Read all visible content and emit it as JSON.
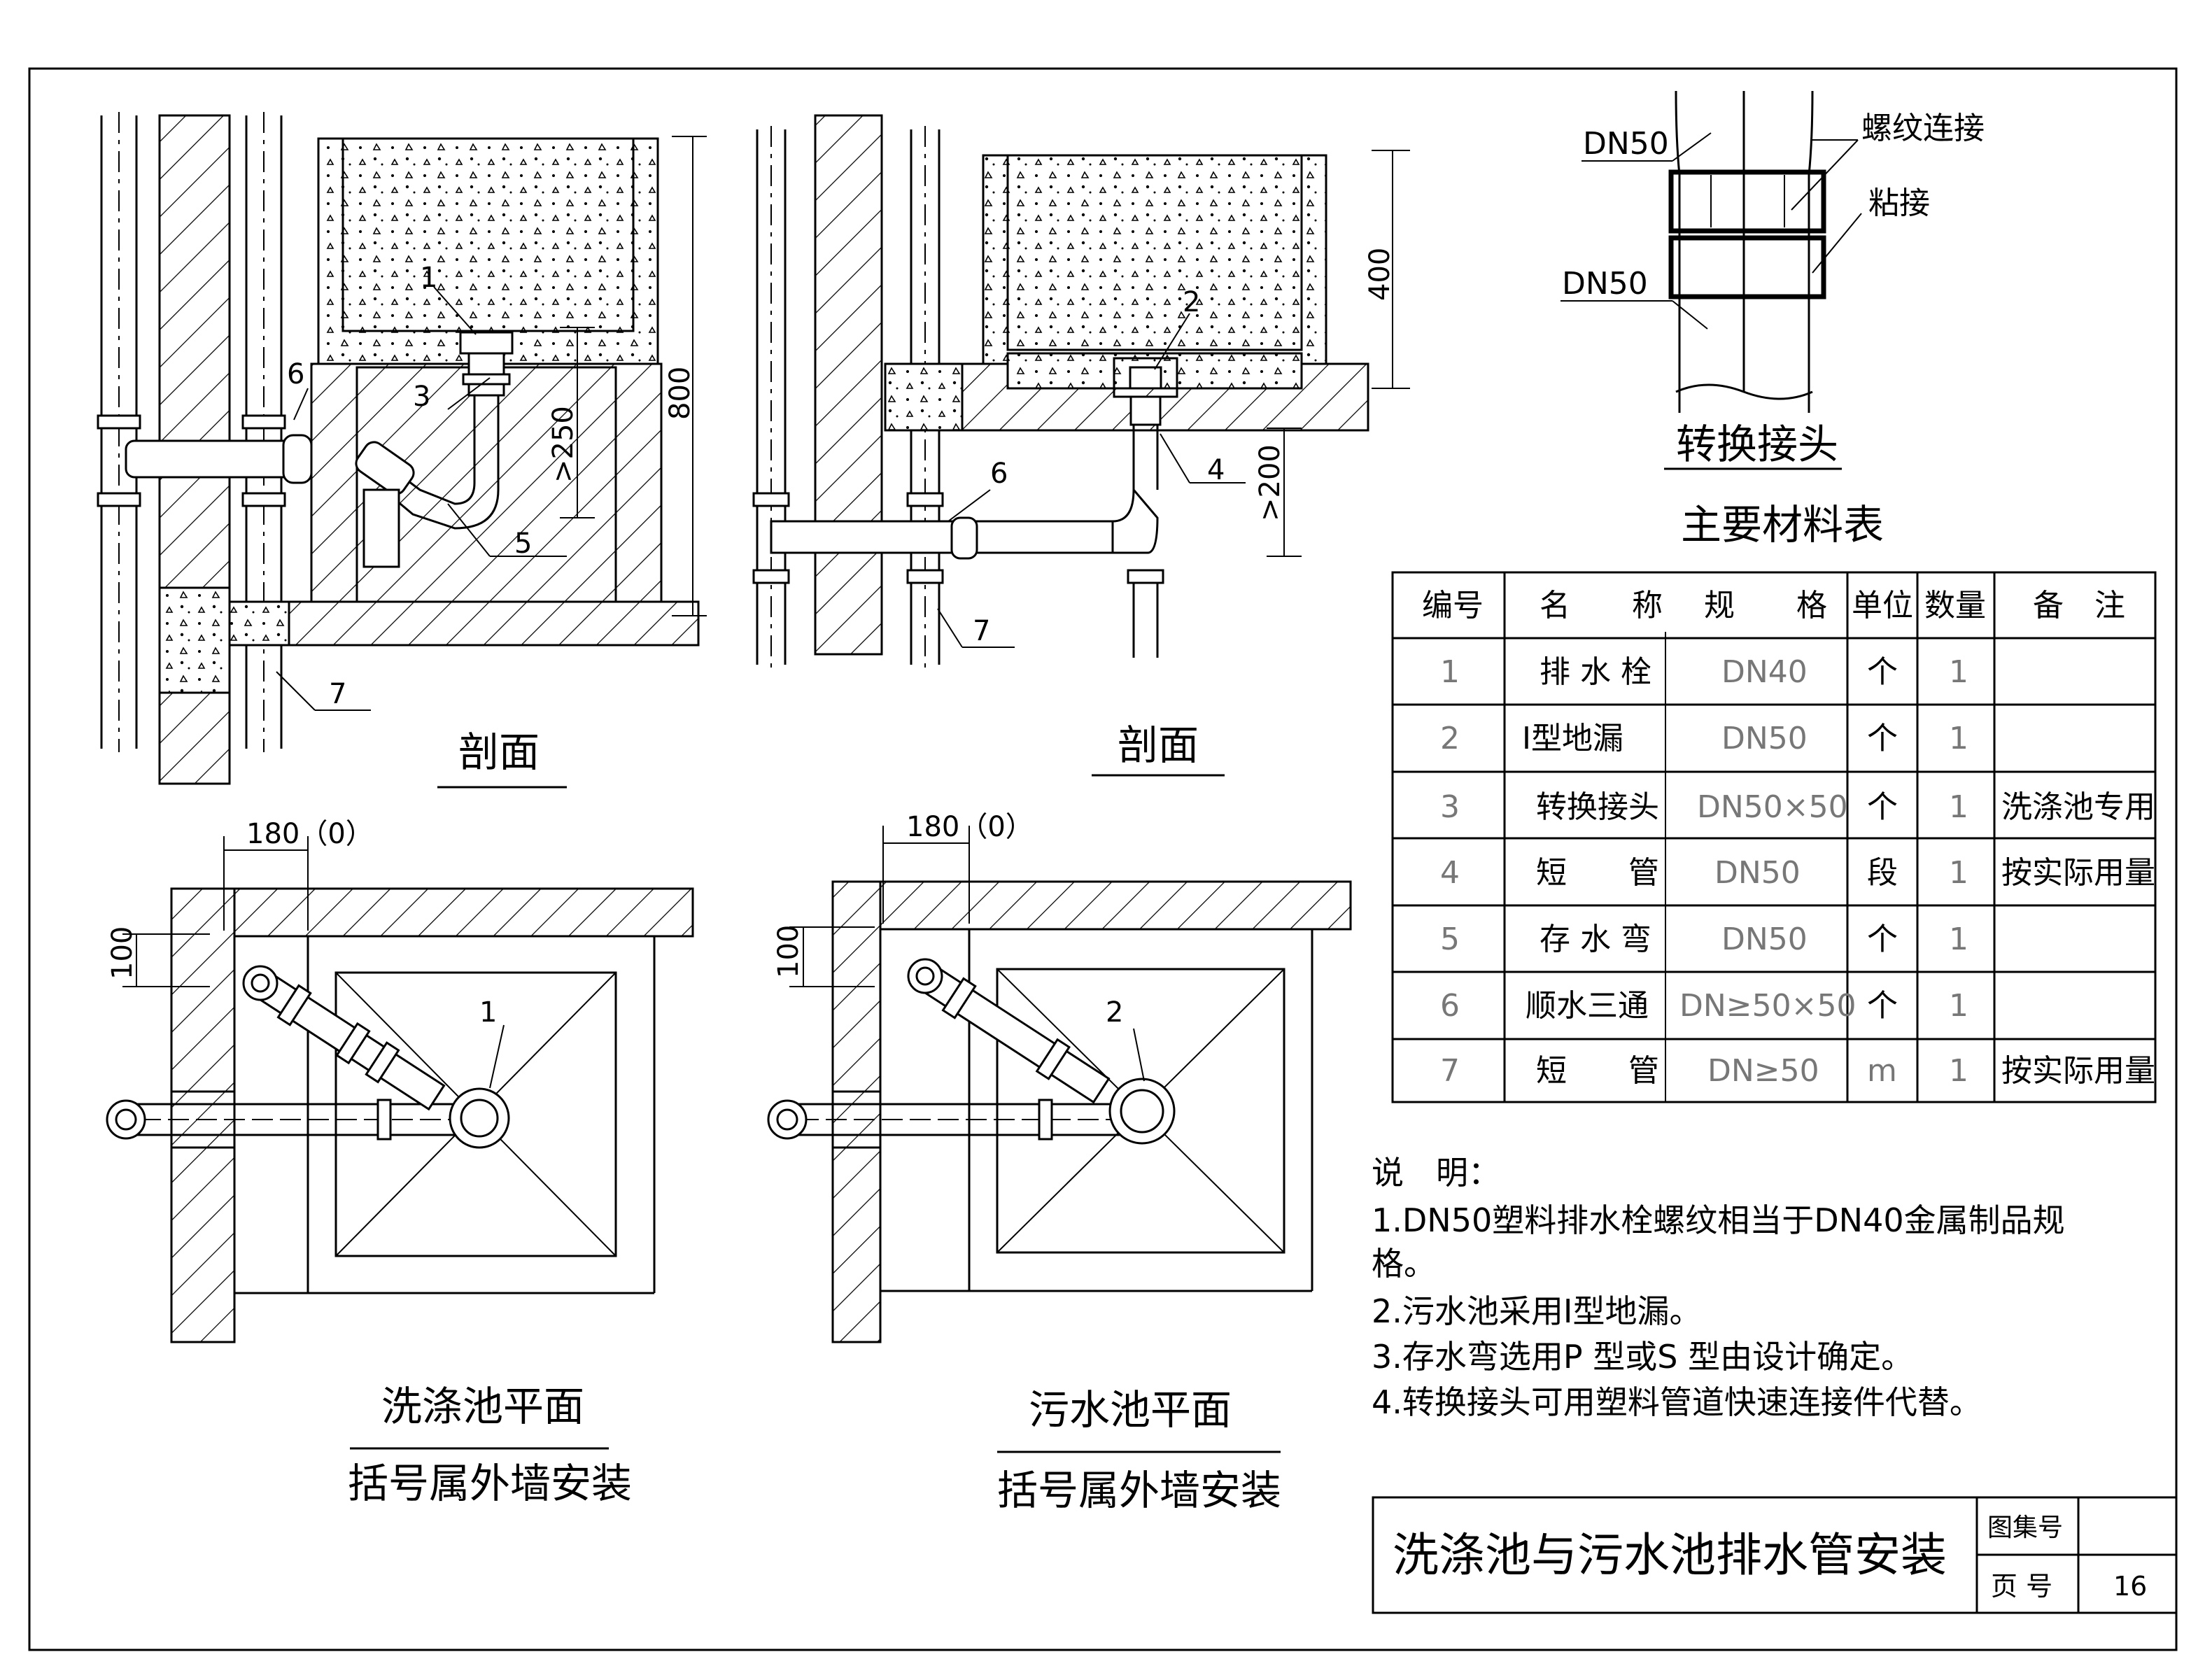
{
  "drawing": {
    "title": "洗涤池与污水池排水管安装",
    "atlas_label": "图集号",
    "page_label": "页 号",
    "page_number": "16"
  },
  "section_left": {
    "caption": "剖面",
    "callouts": [
      "1",
      "3",
      "5",
      "6",
      "7"
    ],
    "dims": [
      ">250",
      "800"
    ]
  },
  "section_right": {
    "caption": "剖面",
    "callouts": [
      "2",
      "4",
      "6",
      "7"
    ],
    "dims": [
      "400",
      ">200"
    ]
  },
  "plan_left": {
    "caption": "洗涤池平面",
    "subcaption": "括号属外墙安装",
    "dim_top": "180（0）",
    "dim_side": "100",
    "callout": "1"
  },
  "plan_right": {
    "caption": "污水池平面",
    "subcaption": "括号属外墙安装",
    "dim_top": "180（0）",
    "dim_side": "100",
    "callout": "2"
  },
  "adapter": {
    "caption": "转换接头",
    "label_top_left": "DN50",
    "label_bottom_left": "DN50",
    "label_thread": "螺纹连接",
    "label_glue": "粘接"
  },
  "materials": {
    "title": "主要材料表",
    "headers": [
      "编号",
      "名　　称",
      "规　　格",
      "单位",
      "数量",
      "备　注"
    ],
    "rows": [
      [
        "1",
        "排 水 栓",
        "DN40",
        "个",
        "1",
        ""
      ],
      [
        "2",
        "I型地漏",
        "DN50",
        "个",
        "1",
        ""
      ],
      [
        "3",
        "转换接头",
        "DN50×50",
        "个",
        "1",
        "洗涤池专用"
      ],
      [
        "4",
        "短　　管",
        "DN50",
        "段",
        "1",
        "按实际用量"
      ],
      [
        "5",
        "存 水 弯",
        "DN50",
        "个",
        "1",
        ""
      ],
      [
        "6",
        "顺水三通",
        "DN≥50×50",
        "个",
        "1",
        ""
      ],
      [
        "7",
        "短　　管",
        "DN≥50",
        "m",
        "1",
        "按实际用量"
      ]
    ]
  },
  "notes": {
    "heading": "说　明：",
    "lines": [
      "1.DN50塑料排水栓螺纹相当于DN40金属制品规",
      "格。",
      "2.污水池采用I型地漏。",
      "3.存水弯选用P 型或S 型由设计确定。",
      "4.转换接头可用塑料管道快速连接件代替。"
    ]
  }
}
